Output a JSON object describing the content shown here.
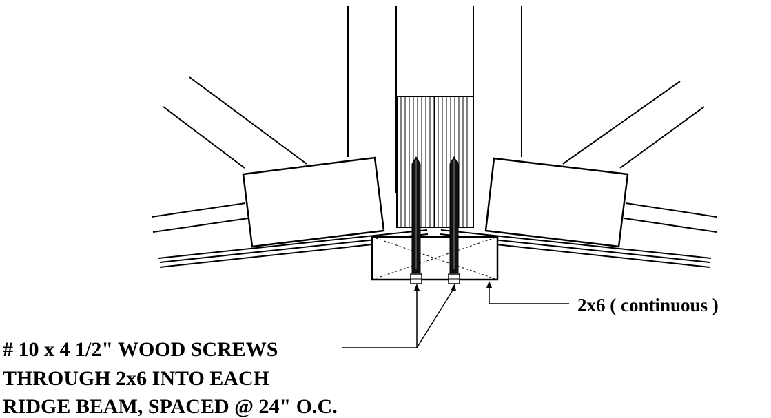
{
  "annotations": {
    "blocking_label": "2x6 ( continuous )",
    "screws_line_1": "# 10 x 4 1/2\" WOOD SCREWS",
    "screws_line_2": "THROUGH 2x6 INTO EACH",
    "screws_line_3": "RIDGE BEAM, SPACED @ 24\" O.C."
  },
  "colors": {
    "ink": "#000000",
    "paper": "#ffffff"
  }
}
